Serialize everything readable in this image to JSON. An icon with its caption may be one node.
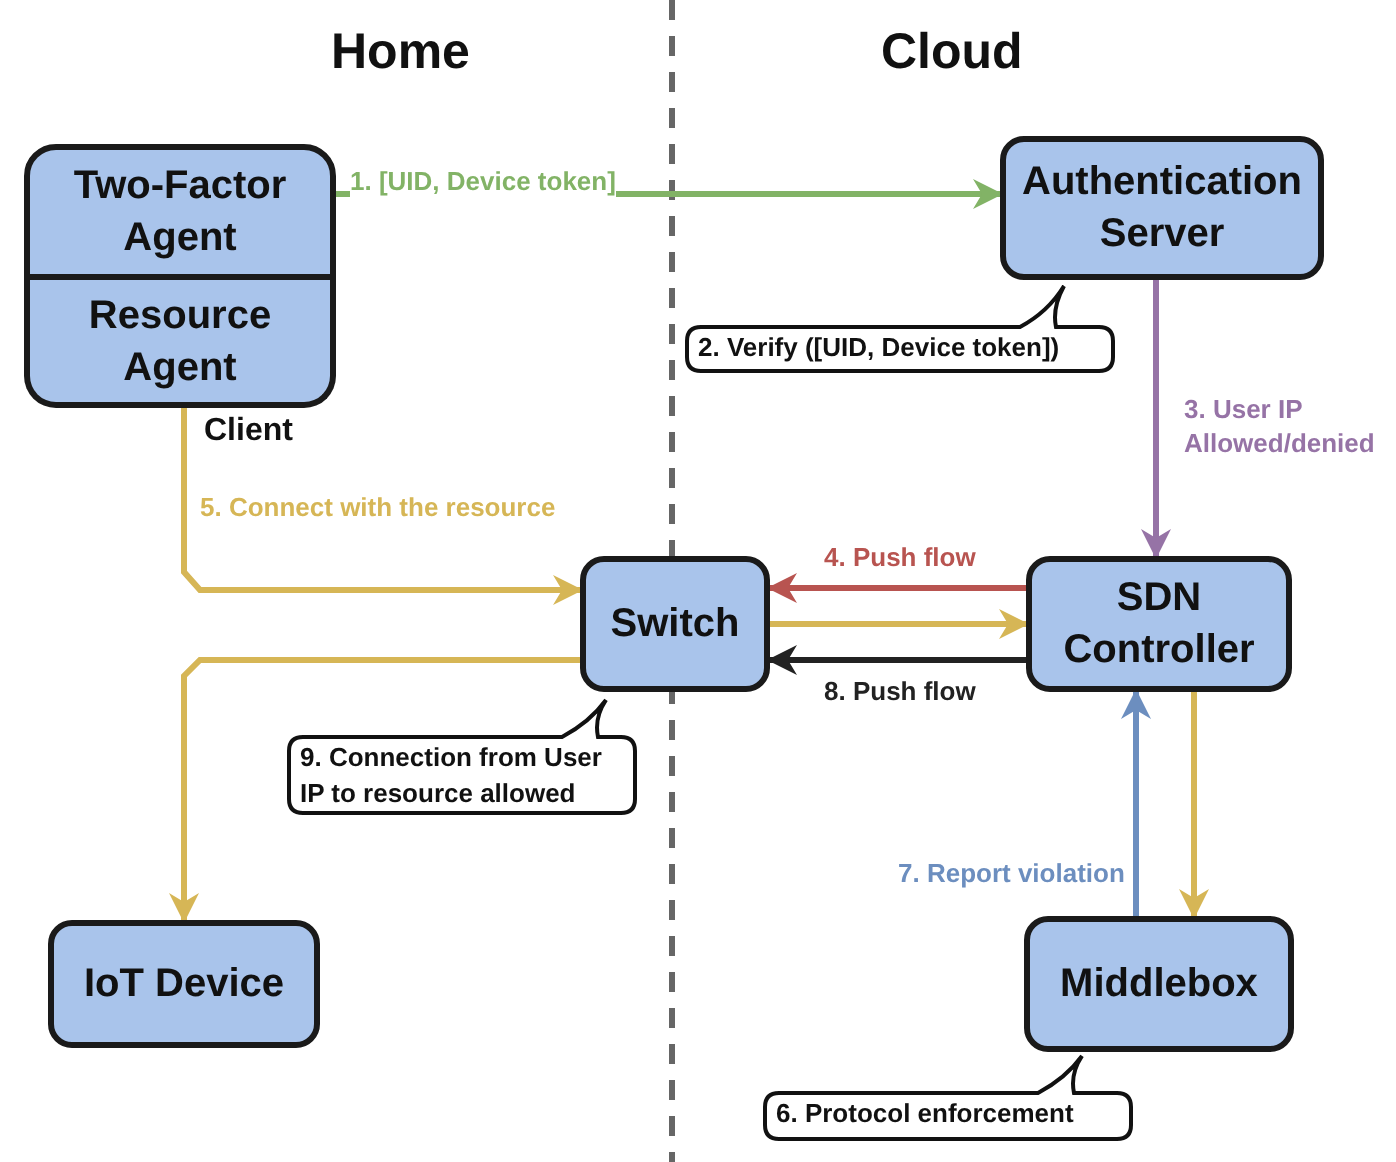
{
  "diagram": {
    "nodes": [
      {
        "text": [
          "Two-Factor Agent"
        ]
      },
      {
        "text": [
          "Resource Agent"
        ],
        "beside": [
          "Client"
        ]
      },
      {
        "text": [
          "Authentication Server"
        ]
      },
      {
        "text": [
          "Switch"
        ]
      },
      {
        "text": [
          "SDN Controller"
        ]
      },
      {
        "text": [
          "IoT Device"
        ]
      },
      {
        "text": [
          "Middlebox"
        ]
      },
      {
        "text": [
          "2. Verify ([UID, Device token])"
        ]
      },
      {
        "text": [
          "9. Connection from User IP to resource allowed"
        ]
      },
      {
        "text": [
          "6. Protocol enforcement"
        ]
      }
    ],
    "edges": [
      {
        "from": 0,
        "to": 2,
        "arrow": "to",
        "label": "1. [UID, Device token]",
        "color": "#82b366"
      },
      {
        "from": 2,
        "to": 4,
        "arrow": "to",
        "label": "3. User IP Allowed/denied",
        "color": "#9673a6"
      },
      {
        "from": 4,
        "to": 3,
        "arrow": "to",
        "label": "4. Push flow",
        "color": "#b85450"
      },
      {
        "from": 1,
        "to": 3,
        "arrow": "to",
        "label": "5. Connect with the resource"
      },
      {
        "from": 3,
        "to": 4,
        "arrow": "to"
      },
      {
        "from": 4,
        "to": 3,
        "arrow": "to",
        "label": "8. Push flow",
        "color": "#222222"
      },
      {
        "from": 3,
        "to": 5,
        "arrow": "to"
      },
      {
        "from": 4,
        "to": 6,
        "arrow": "to"
      },
      {
        "from": 6,
        "to": 4,
        "arrow": "to",
        "label": "7. Report violation",
        "color": "#6c8ebf"
      }
    ],
    "labels": [
      "Home",
      "Cloud"
    ]
  }
}
